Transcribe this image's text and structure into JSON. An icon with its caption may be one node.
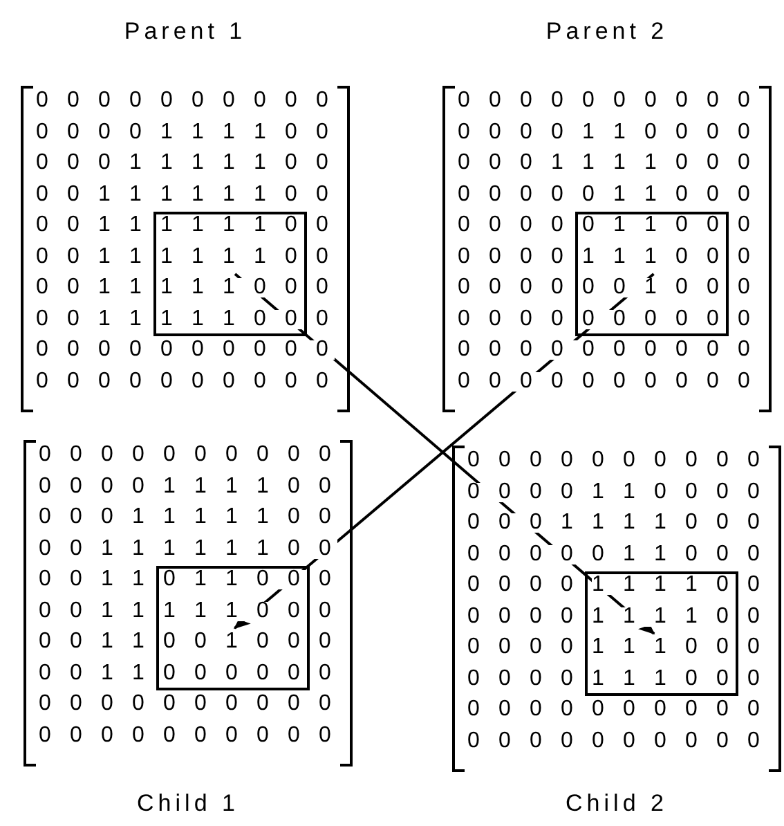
{
  "diagram": {
    "nodes": [
      {
        "text": [
          "Parent 1",
          "0 0 0 0 0 0 0 0 0 0",
          "0 0 0 0 1 1 1 1 0 0",
          "0 0 0 1 1 1 1 1 0 0",
          "0 0 1 1 1 1 1 1 0 0",
          "0 0 1 1",
          "0",
          "0 0 1 1",
          "0",
          "0 0 1 1",
          "0",
          "0 0 1 1",
          "0",
          "0 0 0 0 0 0 0 0 0 0",
          "0 0 0 0 0 0 0 0 0 0"
        ]
      },
      {
        "text": [
          "1 1 1 1 0",
          "1 1 1 1 0",
          "1 1 1 0 0",
          "1 1 1 0 0"
        ],
        "in": 0
      },
      {
        "text": [
          "Parent 2",
          "0 0 0 0 0 0 0 0 0 0",
          "0 0 0 0 1 1 0 0 0 0",
          "0 0 0 1 1 1 1 0 0 0",
          "0 0 0 0 0 1 1 0 0 0",
          "0 0 0 0",
          "0",
          "0 0 0 0",
          "0",
          "0 0 0 0",
          "0",
          "0 0 0 0",
          "0",
          "0 0 0 0 0 0 0 0 0 0",
          "0 0 0 0 0 0 0 0 0 0"
        ]
      },
      {
        "text": [
          "0 1 1 0 0",
          "1 1 1 0 0",
          "0 0 1 0 0",
          "0 0 0 0 0"
        ],
        "in": 2
      },
      {
        "text": [
          "0 0 0 0 0 0 0 0 0 0",
          "0 0 0 0 1 1 1 1 0 0",
          "0 0 0 1 1 1 1 1 0 0",
          "0 0 1 1 1 1 1 1 0 0",
          "0 0 1 1",
          "0",
          "0 0 1 1",
          "0",
          "0 0 1 1",
          "0",
          "0 0 1 1",
          "0",
          "0 0 0 0 0 0 0 0 0 0",
          "0 0 0 0 0 0 0 0 0 0",
          "Child 1"
        ]
      },
      {
        "text": [
          "0 1 1 0 0",
          "1 1 1 0 0",
          "0 0 1 0 0",
          "0 0 0 0 0"
        ],
        "in": 4
      },
      {
        "text": [
          "0 0 0 0 0 0 0 0 0 0",
          "0 0 0 0 1 1 0 0 0 0",
          "0 0 0 1 1 1 1 0 0 0",
          "0 0 0 0 0 1 1 0 0 0",
          "0 0 0 0",
          "0",
          "0 0 0 0",
          "0",
          "0 0 0 0",
          "0",
          "0 0 0 0",
          "0",
          "0 0 0 0 0 0 0 0 0 0",
          "0 0 0 0 0 0 0 0 0 0",
          "Child 2"
        ]
      },
      {
        "text": [
          "1 1 1 1 0",
          "1 1 1 1 0",
          "1 1 1 0 0",
          "1 1 1 0 0"
        ],
        "in": 6
      }
    ],
    "edges": [
      {
        "from": 1,
        "to": 7,
        "arrow": "to"
      },
      {
        "from": 3,
        "to": 5,
        "arrow": "to"
      }
    ]
  }
}
